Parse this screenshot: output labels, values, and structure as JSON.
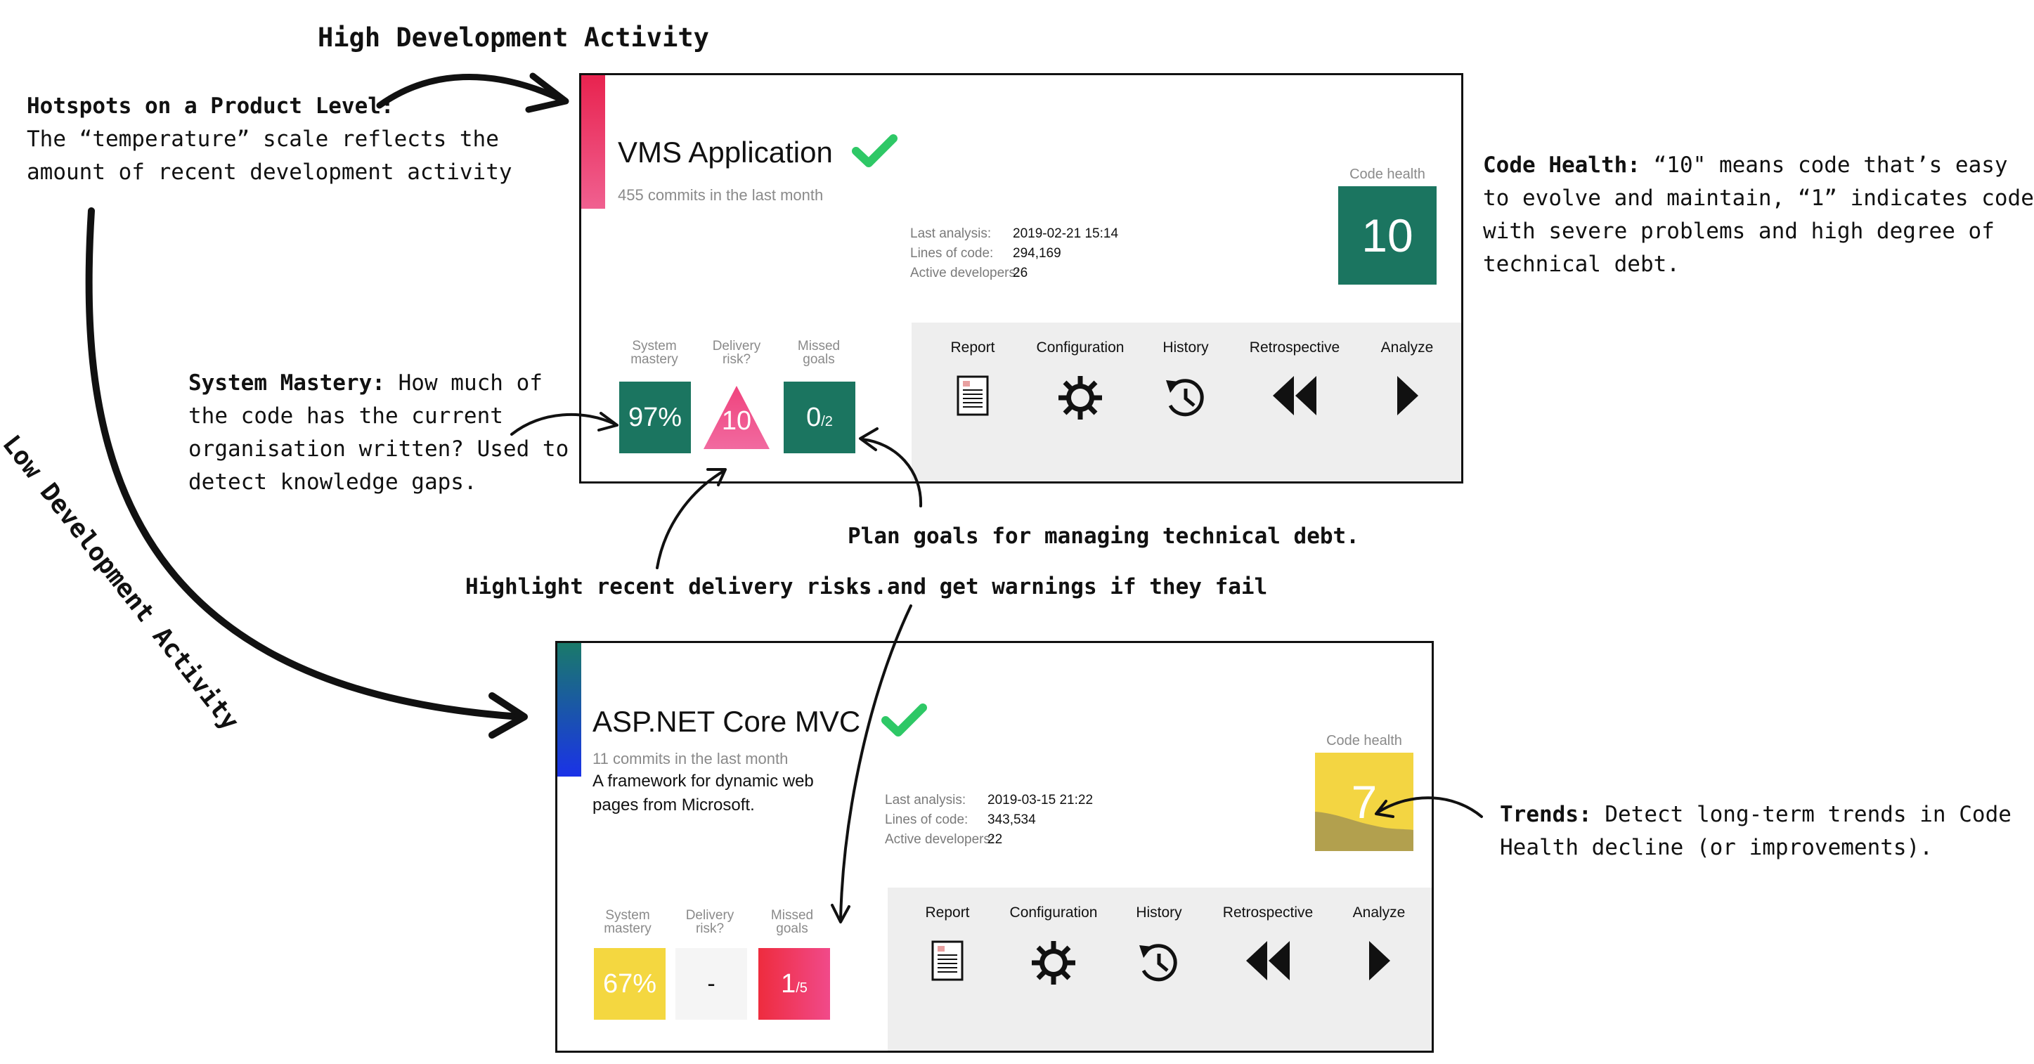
{
  "annotations": {
    "high_activity": "High Development Activity",
    "hotspots_title": "Hotspots on a Product Level:",
    "hotspots_line1": "The “temperature” scale reflects the",
    "hotspots_line2": "amount of recent development activity",
    "low_activity": "Low  Development Activity",
    "code_health_title": "Code Health:",
    "code_health_line1": "“10\" means code that’s easy",
    "code_health_line2": "to evolve and maintain, “1” indicates code",
    "code_health_line3": "with severe problems and high degree of",
    "code_health_line4": "technical debt.",
    "mastery_title": "System Mastery:",
    "mastery_line1": "How much of",
    "mastery_line2": "the code has the current",
    "mastery_line3": "organisation written? Used to",
    "mastery_line4": "detect knowledge gaps.",
    "plan_goals": "Plan goals for managing technical debt.",
    "delivery_risks": "Highlight recent delivery risks",
    "warnings": "...and get warnings if they fail",
    "trends_title": "Trends:",
    "trends_line1": "Detect long-term trends in Code",
    "trends_line2": "Health decline (or improvements)."
  },
  "colors": {
    "health_green": "#1b7560",
    "health_yellow": "#f3d542",
    "check_green": "#2ec866",
    "hot_stripe": [
      "#e8234f",
      "#f06090"
    ],
    "cold_stripe": [
      "#1a7a6a",
      "#1a32e8"
    ],
    "risk_pink": "#ee3f74",
    "missed_red": "#ef3044",
    "mastery_yellow": "#f4d740"
  },
  "cards": [
    {
      "title": "VMS Application",
      "commits": "455 commits in the last month",
      "description": "",
      "status_icon": "check-icon",
      "code_health_label": "Code health",
      "code_health_value": "10",
      "last_analysis_label": "Last analysis:",
      "last_analysis_value": "2019-02-21 15:14",
      "loc_label": "Lines of code:",
      "loc_value": "294,169",
      "devs_label": "Active developers:",
      "devs_value": "26",
      "mastery_label": "System mastery",
      "mastery_value": "97%",
      "risk_label": "Delivery risk?",
      "risk_value": "10",
      "missed_label": "Missed goals",
      "missed_value": "0",
      "missed_total": "/2",
      "actions": [
        "Report",
        "Configuration",
        "History",
        "Retrospective",
        "Analyze"
      ]
    },
    {
      "title": "ASP.NET Core MVC",
      "commits": "11 commits in the last month",
      "description_line1": "A framework for dynamic web",
      "description_line2": "pages from Microsoft.",
      "status_icon": "check-icon",
      "code_health_label": "Code health",
      "code_health_value": "7",
      "last_analysis_label": "Last analysis:",
      "last_analysis_value": "2019-03-15 21:22",
      "loc_label": "Lines of code:",
      "loc_value": "343,534",
      "devs_label": "Active developers:",
      "devs_value": "22",
      "mastery_label": "System mastery",
      "mastery_value": "67%",
      "risk_label": "Delivery risk?",
      "risk_value": "-",
      "missed_label": "Missed goals",
      "missed_value": "1",
      "missed_total": "/5",
      "actions": [
        "Report",
        "Configuration",
        "History",
        "Retrospective",
        "Analyze"
      ]
    }
  ]
}
